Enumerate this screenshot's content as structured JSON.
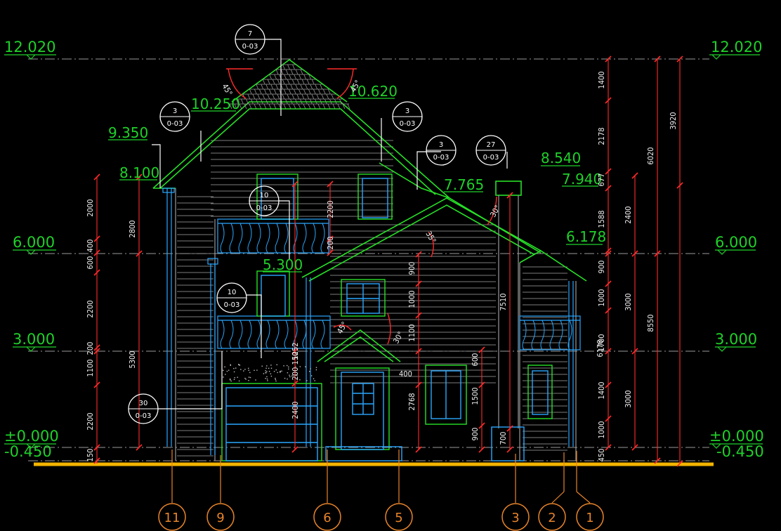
{
  "levels": {
    "left": [
      {
        "label": "12.020",
        "y": 12.02
      },
      {
        "label": "6.000",
        "y": 6.0
      },
      {
        "label": "3.000",
        "y": 3.0
      },
      {
        "label": "±0.000",
        "y": 0.0
      },
      {
        "label": "-0.450",
        "y": -0.45
      }
    ],
    "right": [
      {
        "label": "12.020",
        "y": 12.02
      },
      {
        "label": "6.000",
        "y": 6.0
      },
      {
        "label": "3.000",
        "y": 3.0
      },
      {
        "label": "±0.000",
        "y": 0.0
      },
      {
        "label": "-0.450",
        "y": -0.45
      }
    ],
    "inner": [
      {
        "id": "lv10620",
        "label": "10.620"
      },
      {
        "id": "lv10250",
        "label": "10.250"
      },
      {
        "id": "lv9350",
        "label": "9.350"
      },
      {
        "id": "lv8540",
        "label": "8.540"
      },
      {
        "id": "lv8100",
        "label": "8.100"
      },
      {
        "id": "lv7940",
        "label": "7.940"
      },
      {
        "id": "lv7765",
        "label": "7.765"
      },
      {
        "id": "lv6178",
        "label": "6.178"
      },
      {
        "id": "lv5300",
        "label": "5.300"
      }
    ]
  },
  "detail_tags": [
    {
      "id": "t7",
      "num": "7",
      "sheet": "0-03"
    },
    {
      "id": "t3a",
      "num": "3",
      "sheet": "0-03"
    },
    {
      "id": "t3b",
      "num": "3",
      "sheet": "0-03"
    },
    {
      "id": "t3c",
      "num": "3",
      "sheet": "0-03"
    },
    {
      "id": "t27",
      "num": "27",
      "sheet": "0-03"
    },
    {
      "id": "t10a",
      "num": "10",
      "sheet": "0-03"
    },
    {
      "id": "t10b",
      "num": "10",
      "sheet": "0-03"
    },
    {
      "id": "t30",
      "num": "30",
      "sheet": "0-03"
    }
  ],
  "axes": [
    "11",
    "9",
    "6",
    "5",
    "3",
    "2",
    "1"
  ],
  "angles": [
    "45°",
    "45°",
    "30°",
    "35°",
    "30°",
    "45°"
  ],
  "dims_left_outer": [
    "2000",
    "400",
    "600",
    "2200",
    "200",
    "1100",
    "2200",
    "150"
  ],
  "dims_left_mid": [
    "2800",
    "5300"
  ],
  "dims_center": [
    "2200",
    "200",
    "900",
    "1000",
    "1100",
    "1252",
    "150",
    "200",
    "2400",
    "400",
    "2768",
    "600",
    "1500",
    "900",
    "7510",
    "700"
  ],
  "dims_right_1": [
    "1400",
    "2178",
    "677",
    "1588",
    "900",
    "1000",
    "1700",
    "1400",
    "1000",
    "450"
  ],
  "dims_right_2": [
    "2400",
    "3000",
    "3000",
    "6178"
  ],
  "dims_right_3": [
    "6020",
    "8550"
  ],
  "dims_right_4": [
    "3920"
  ],
  "colors": {
    "level": "#1fd12a",
    "dimension": "#ff2a2a",
    "outline": "#27e027",
    "wall": "#9a9a9a",
    "detail": "#2aa7ff",
    "ground": "#f4b400",
    "axis": "#e8842a"
  }
}
